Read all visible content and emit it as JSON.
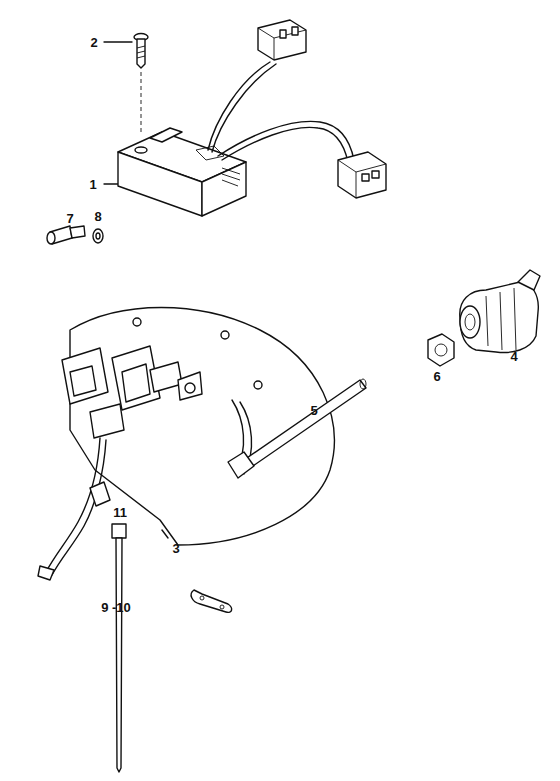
{
  "diagram": {
    "labels": [
      "2",
      "1",
      "8",
      "7",
      "4",
      "6",
      "5",
      "3",
      "11",
      "9 -10"
    ]
  }
}
